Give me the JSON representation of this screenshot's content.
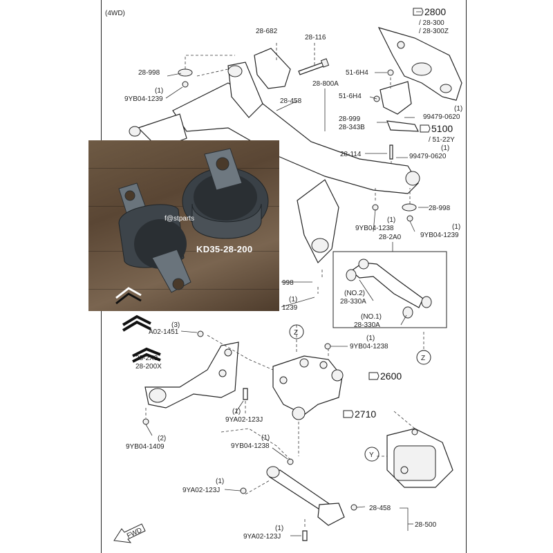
{
  "header": {
    "drive_label": "(4WD)"
  },
  "refs": {
    "r2800": {
      "main": "2800",
      "sub1": "/ 28-300",
      "sub2": "/ 28-300Z"
    },
    "r5100": {
      "main": "5100",
      "sub1": "/ 51-22Y"
    },
    "r2600": {
      "main": "2600"
    },
    "r2710": {
      "main": "2710"
    }
  },
  "labels": {
    "p28_682": "28-682",
    "p28_116": "28-116",
    "p28_998_a": "28-998",
    "qty_1_a": "(1)",
    "p9yb04_1239_a": "9YB04-1239",
    "p28_800a": "28-800A",
    "p28_458_a": "28-458",
    "p51_6h4_a": "51-6H4",
    "p51_6h4_b": "51-6H4",
    "qty_1_b": "(1)",
    "p99479_0620_a": "99479-0620",
    "p28_999": "28-999",
    "p28_343b": "28-343B",
    "qty_1_c": "(1)",
    "p99479_0620_b": "99479-0620",
    "p28_114": "28-114",
    "p28_998_b": "28-998",
    "qty_1_d": "(1)",
    "p9yb04_1238_a": "9YB04-1238",
    "qty_1_e": "(1)",
    "p9yb04_1239_b": "9YB04-1239",
    "p28_2a0": "28-2A0",
    "no2": "(NO.2)",
    "p28_330a_a": "28-330A",
    "no1": "(NO.1)",
    "p28_330a_b": "28-330A",
    "p998_c": "998",
    "qty_1_f": "(1)",
    "p1239_c": "1239",
    "qty_3": "(3)",
    "pa02_1451": "A02-1451",
    "p28_2x8": "28-2X8",
    "p28_200x": "28-200X",
    "qty_1_g": "(1)",
    "p9yb04_1238_b": "9YB04-1238",
    "qty_1_h": "(1)",
    "p9ya02_123j_a": "9YA02-123J",
    "qty_2": "(2)",
    "p9yb04_1409": "9YB04-1409",
    "qty_1_i": "(1)",
    "p9yb04_1238_c": "9YB04-1238",
    "qty_1_j": "(1)",
    "p9ya02_123j_b": "9YA02-123J",
    "p28_458_b": "28-458",
    "p28_500": "28-500",
    "qty_1_k": "(1)",
    "p9ya02_123j_c": "9YA02-123J",
    "view_z_a": "Z",
    "view_z_b": "Z",
    "view_y": "Y",
    "fwd": "FWD"
  },
  "photo": {
    "watermark": "f@stparts",
    "part_code": "KD35-28-200"
  },
  "colors": {
    "line": "#222222",
    "photo_bg": "#5a4634",
    "bushing_metal": "#5c6670",
    "photo_text": "#ffffff"
  }
}
